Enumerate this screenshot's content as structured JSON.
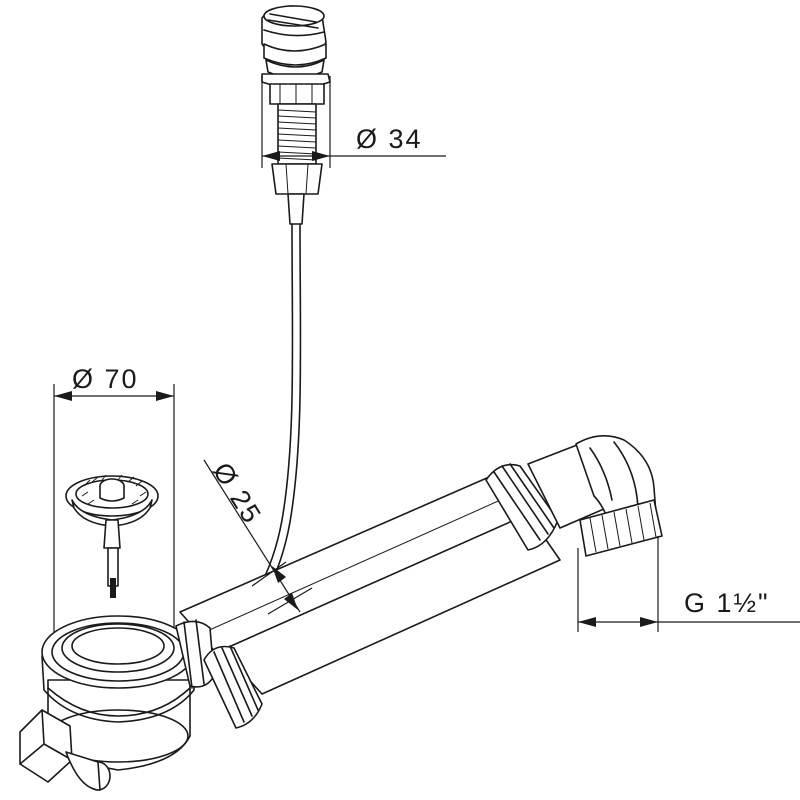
{
  "dimensions": {
    "knob_diameter": "Ø  34",
    "strainer_diameter": "Ø  70",
    "pipe_diameter": "Ø  25",
    "thread_size": "G  1½\""
  }
}
